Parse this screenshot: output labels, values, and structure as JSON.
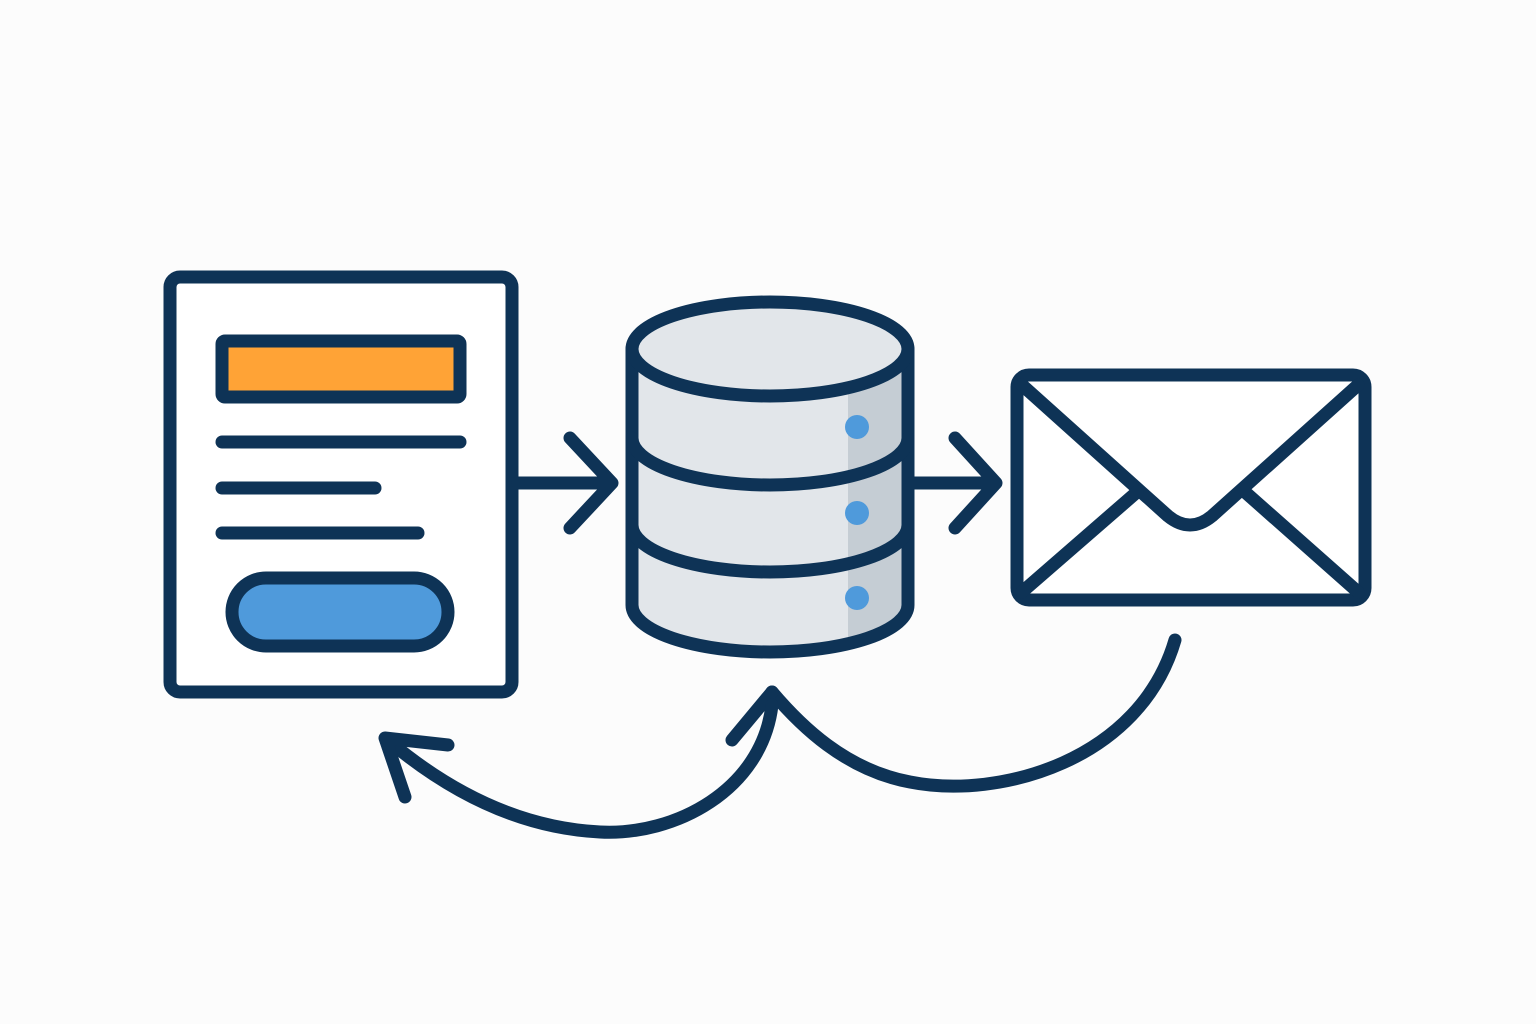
{
  "diagram": {
    "nodes": [
      {
        "id": "form",
        "icon": "web-form-icon"
      },
      {
        "id": "database",
        "icon": "database-icon"
      },
      {
        "id": "email",
        "icon": "envelope-icon"
      }
    ],
    "edges": [
      {
        "from": "form",
        "to": "database",
        "icon": "arrow-right-icon"
      },
      {
        "from": "database",
        "to": "email",
        "icon": "arrow-right-icon"
      },
      {
        "from": "email",
        "to": "database",
        "icon": "curved-arrow-icon"
      },
      {
        "from": "database",
        "to": "form",
        "icon": "curved-arrow-icon"
      }
    ]
  },
  "colors": {
    "background": "#fcfcfc",
    "stroke": "#0e3356",
    "accent_orange": "#ffa336",
    "accent_blue": "#4f9adb",
    "db_fill": "#e2e6ea",
    "db_shade": "#c5cdd4",
    "paper": "#ffffff"
  }
}
